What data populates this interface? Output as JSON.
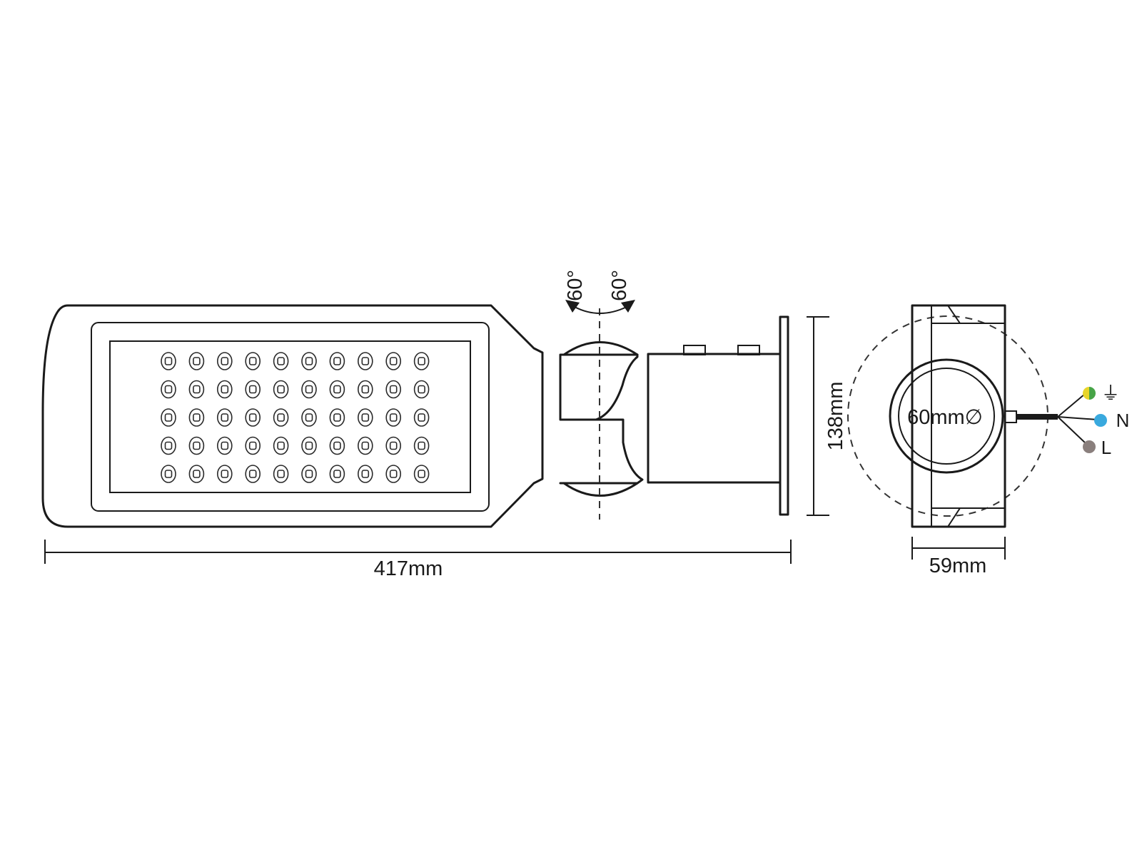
{
  "dimensions": {
    "length": "417mm",
    "height": "138mm",
    "depth": "59mm",
    "pole_diameter": "60mm∅"
  },
  "rotation": {
    "left_angle": "60°",
    "right_angle": "60°"
  },
  "wiring": [
    {
      "label": "⏚",
      "color": "#e8d52a",
      "secondary_color": "#47a447"
    },
    {
      "label": "N",
      "color": "#39a9de"
    },
    {
      "label": "L",
      "color": "#8a7f7d"
    }
  ],
  "led_grid": {
    "rows": 5,
    "cols": 10
  }
}
